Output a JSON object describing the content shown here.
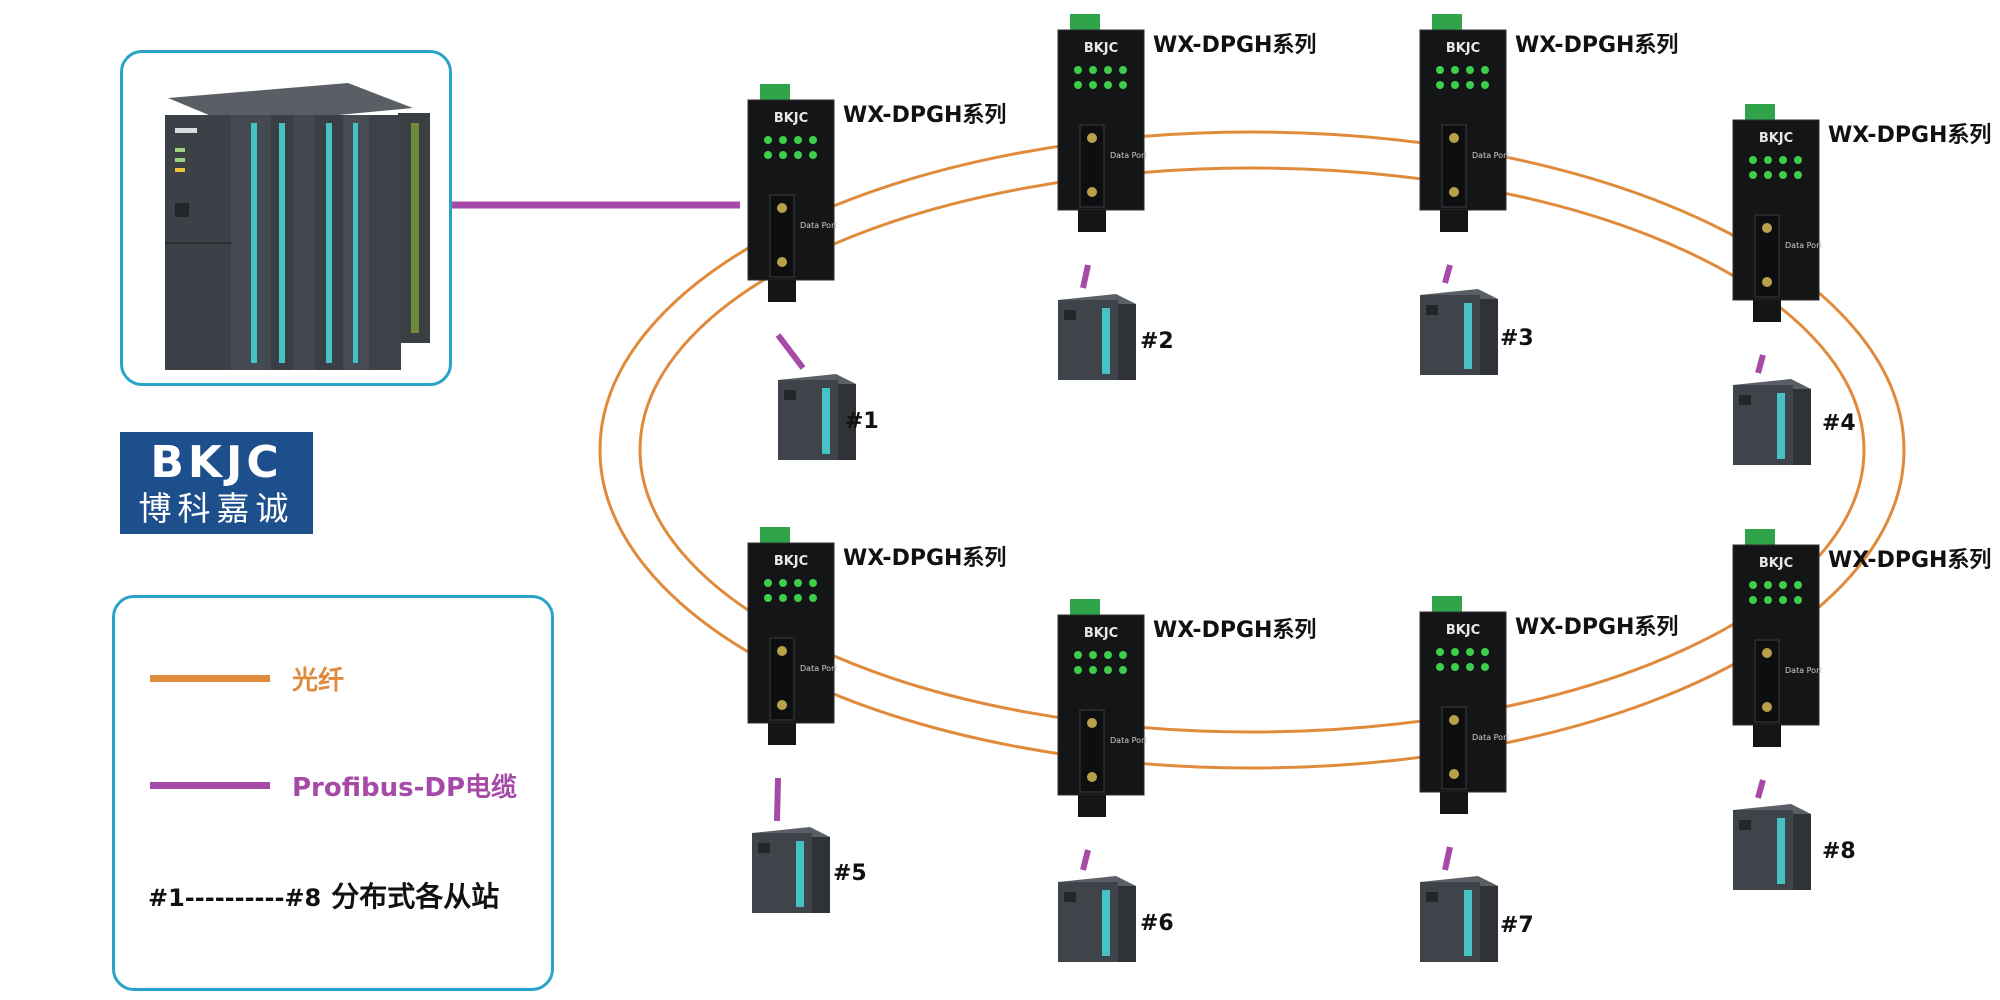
{
  "brand": {
    "mark": "BKJC",
    "name": "博科嘉诚"
  },
  "legend": {
    "fiber": {
      "label": "光纤",
      "color": "#e08a3c"
    },
    "cable": {
      "label": "Profibus-DP电缆",
      "color": "#a64aa8"
    },
    "slaves_range": "#1----------#8",
    "slaves_desc": "分布式各从站"
  },
  "master": {
    "icon": "plc-rack-icon"
  },
  "device_label": "WX-DPGH系列",
  "device_logo": "BKJC",
  "device_port_text": "Data Port",
  "nodes": [
    {
      "slave_label": "#1"
    },
    {
      "slave_label": "#2"
    },
    {
      "slave_label": "#3"
    },
    {
      "slave_label": "#4"
    },
    {
      "slave_label": "#5"
    },
    {
      "slave_label": "#6"
    },
    {
      "slave_label": "#7"
    },
    {
      "slave_label": "#8"
    }
  ]
}
